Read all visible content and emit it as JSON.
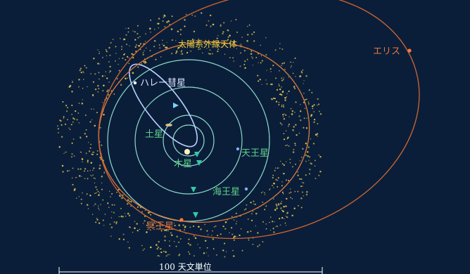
{
  "labels": {
    "kuiper_belt": "太陽系外縁天体",
    "eris": "エリス",
    "halley": "ハレー彗星",
    "saturn": "土星",
    "jupiter": "木星",
    "uranus": "天王星",
    "neptune": "海王星",
    "pluto": "冥王星"
  },
  "scale_bar": {
    "label": "100 天文単位"
  },
  "colors": {
    "background": "#0a1e3a",
    "planet_orbit": "#8fd9c8",
    "halley_orbit": "#b9d2ff",
    "eris_orbit": "#d1652e",
    "pluto_orbit": "#e07a3a",
    "belt_dots": "#e8c84a",
    "label_green": "#5fd08a",
    "label_yellow": "#f2d23c",
    "label_orange": "#e8773a",
    "label_white": "#d9e4ff"
  }
}
